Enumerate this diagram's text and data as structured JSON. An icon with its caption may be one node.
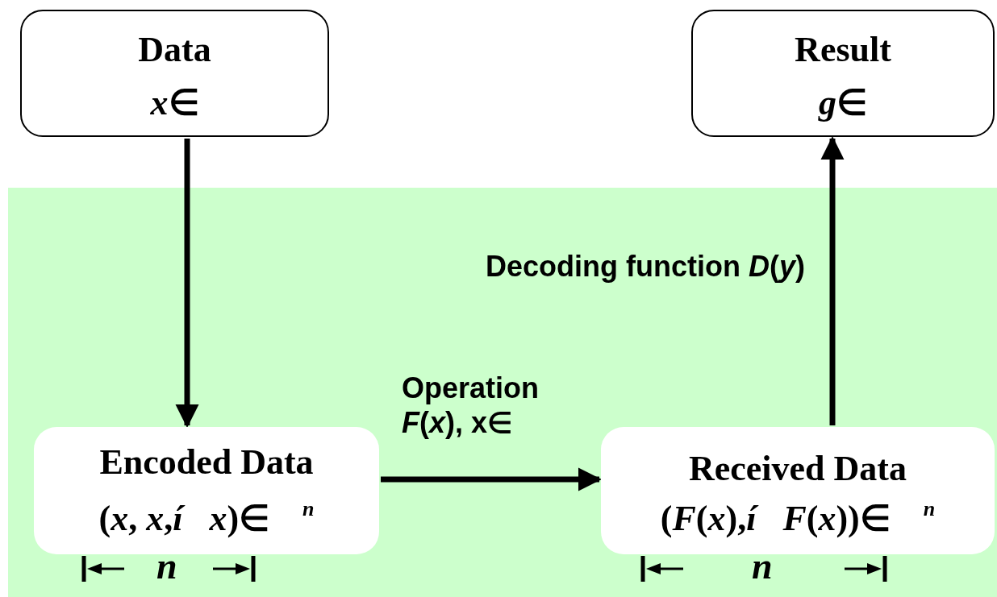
{
  "diagram": {
    "nodes": [
      {
        "text": [
          "Data",
          "*x*∈"
        ]
      },
      {
        "text": [
          "Result",
          "*g*∈"
        ]
      },
      {
        "text": [
          "Encoded Data",
          "(*x*, *x*,*í*   *x*)∈ $^{n}$"
        ]
      },
      {
        "text": [
          "Received Data",
          "(*F*(*x*),*í*   *F*(*x*))∈ $^{n}$"
        ]
      }
    ],
    "edges": [
      {
        "from": 0,
        "to": 2,
        "arrow": "to"
      },
      {
        "from": 2,
        "to": 3,
        "arrow": "to",
        "label": "Operation *F*(*x*), x∈"
      },
      {
        "from": 3,
        "to": 1,
        "arrow": "to",
        "label": "Decoding function *D*(*y*)"
      }
    ],
    "labels": [
      "n",
      "n"
    ]
  }
}
